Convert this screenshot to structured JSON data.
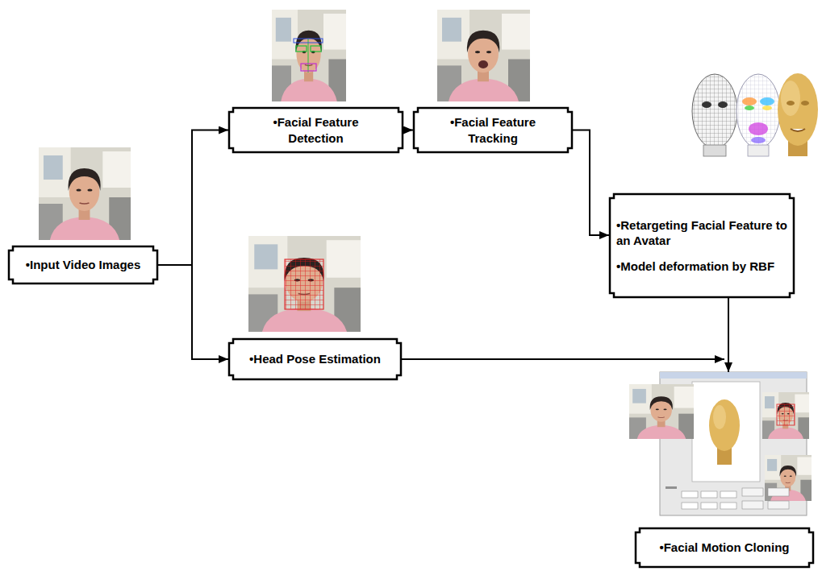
{
  "diagram": {
    "nodes": [
      {
        "text": [
          "•Input Video Images"
        ]
      },
      {
        "text": [
          "•Facial Feature Detection"
        ]
      },
      {
        "text": [
          "•Facial Feature Tracking"
        ]
      },
      {
        "text": [
          "•Retargeting Facial Feature to an Avatar",
          "•Model deformation by RBF"
        ]
      },
      {
        "text": [
          "•Head Pose Estimation"
        ]
      },
      {
        "text": [
          "•Facial Motion Cloning"
        ]
      }
    ],
    "edges": [
      {
        "from": 0,
        "to": 1,
        "arrow": "to"
      },
      {
        "from": 0,
        "to": 4,
        "arrow": "to"
      },
      {
        "from": 1,
        "to": 2,
        "arrow": "to"
      },
      {
        "from": 2,
        "to": 3,
        "arrow": "to"
      },
      {
        "from": 3,
        "to": 5,
        "arrow": "to"
      },
      {
        "from": 4,
        "to": 5,
        "arrow": "to"
      }
    ]
  }
}
